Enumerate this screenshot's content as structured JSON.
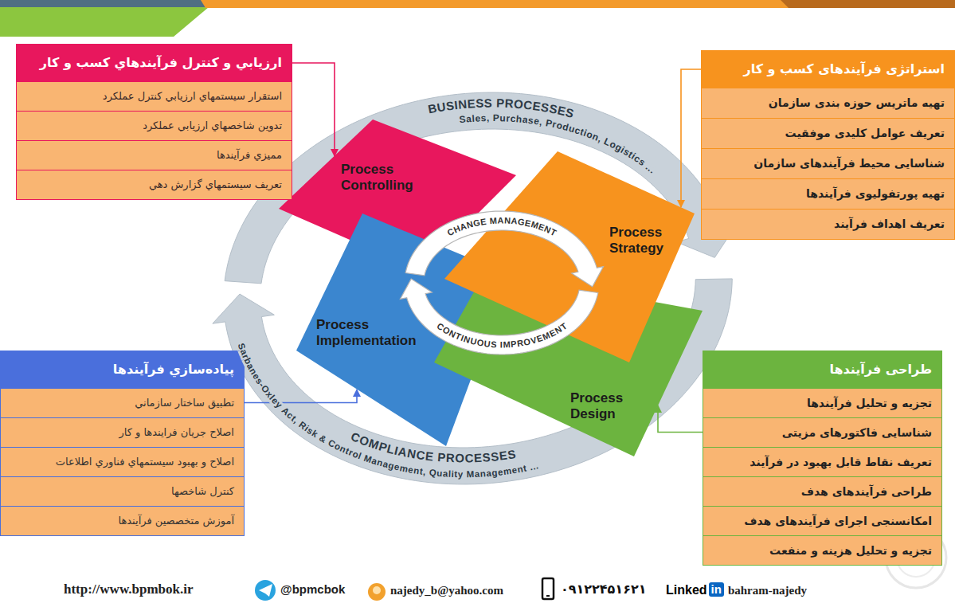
{
  "diagram": {
    "nodes": [
      {
        "text": [
          "ارزيابي و کنترل فرآيندهاي کسب و کار"
        ]
      },
      {
        "text": [
          "استقرار سيستمهاي ارزيابي کنترل عملکرد"
        ],
        "in": 0
      },
      {
        "text": [
          "تدوين شاخصهاي ارزيابي عملکرد"
        ],
        "in": 0
      },
      {
        "text": [
          "مميزي فرآيندها"
        ],
        "in": 0
      },
      {
        "text": [
          "تعريف سيستمهاي گزارش دهي"
        ],
        "in": 0
      },
      {
        "text": [
          "استراتژی فرآیندهای کسب و کار"
        ]
      },
      {
        "text": [
          "تهیه ماتریس حوزه بندی سازمان"
        ],
        "in": 5
      },
      {
        "text": [
          "تعریف عوامل کلیدی موفقیت"
        ],
        "in": 5
      },
      {
        "text": [
          "شناسایی محیط فرآیندهای سازمان"
        ],
        "in": 5
      },
      {
        "text": [
          "تهیه پورتفولیوی فرآیندها"
        ],
        "in": 5
      },
      {
        "text": [
          "تعریف اهداف فرآیند"
        ],
        "in": 5
      },
      {
        "text": [
          "Process Controlling"
        ]
      },
      {
        "text": [
          "Process Strategy"
        ]
      },
      {
        "text": [
          "Process Implementation"
        ]
      },
      {
        "text": [
          "Process Design"
        ]
      },
      {
        "text": [
          "پياده‌سازي فرآيندها"
        ]
      },
      {
        "text": [
          "تطبيق ساختار سازماني"
        ],
        "in": 15
      },
      {
        "text": [
          "اصلاح جريان فرايندها و کار"
        ],
        "in": 15
      },
      {
        "text": [
          "اصلاح و بهبود سيستمهاي فناوري اطلاعات"
        ],
        "in": 15
      },
      {
        "text": [
          "کنترل شاخصها"
        ],
        "in": 15
      },
      {
        "text": [
          "آموزش متخصصين فرآيندها"
        ],
        "in": 15
      },
      {
        "text": [
          "طراحی فرآیندها"
        ]
      },
      {
        "text": [
          "تجزیه و تحلیل فرآیندها"
        ],
        "in": 21
      },
      {
        "text": [
          "شناسایی فاکتورهای مزیتی"
        ],
        "in": 21
      },
      {
        "text": [
          "تعریف نقاط قابل بهبود در فرآیند"
        ],
        "in": 21
      },
      {
        "text": [
          "طراحی فرآیندهای هدف"
        ],
        "in": 21
      },
      {
        "text": [
          "امکانسنجی اجرای فرآیندهای هدف"
        ],
        "in": 21
      },
      {
        "text": [
          "تجزیه و تحلیل هزینه و منفعت"
        ],
        "in": 21
      }
    ],
    "edges": [
      {
        "from": 0,
        "to": 11,
        "arrow": "to"
      },
      {
        "from": 5,
        "to": 12,
        "arrow": "to"
      },
      {
        "from": 15,
        "to": 13,
        "arrow": "to"
      },
      {
        "from": 21,
        "to": 14,
        "arrow": "to"
      }
    ],
    "labels": [
      "BUSINESS PROCESSES",
      "Sales, Purchase, Production, Logistics ...",
      "CHANGE MANAGEMENT",
      "CONTINUOUS IMPROVEMENT",
      "COMPLIANCE PROCESSES",
      "Sarbanes-Oxley Act, Risk & Control Management, Quality Management ...",
      "http://www.bpmbok.ir",
      "@bpmcbok",
      "najedy_b@yahoo.com",
      "۰۹۱۲۲۴۵۱۶۲۱",
      "Linked",
      "in",
      "bahram-najedy"
    ]
  }
}
